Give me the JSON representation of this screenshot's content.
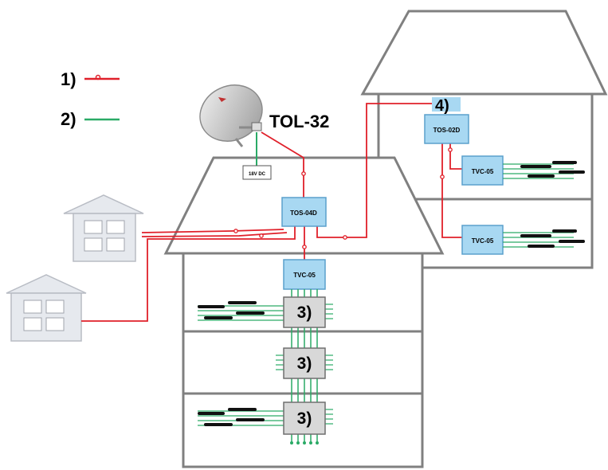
{
  "legend": {
    "item1_label": "1)",
    "item2_label": "2)",
    "item1_color": "#e0202a",
    "item2_color": "#2aaa66"
  },
  "dish": {
    "model": "TOL-32",
    "psu_label": "18V DC"
  },
  "devices": {
    "main_switch": "TOS-04D",
    "main_amp": "TVC-05",
    "sub_switch": "TOS-02D",
    "sub_amp_top": "TVC-05",
    "sub_amp_bottom": "TVC-05"
  },
  "markers": {
    "floor1": "3)",
    "floor2": "3)",
    "floor3": "3)",
    "second_building": "4)"
  },
  "colors": {
    "coax_red": "#e0202a",
    "cable_green": "#2aaa66",
    "device_blue": "#a8d8f2",
    "house_gray": "#e6e9ee",
    "outline_gray": "#8a8a8a"
  }
}
